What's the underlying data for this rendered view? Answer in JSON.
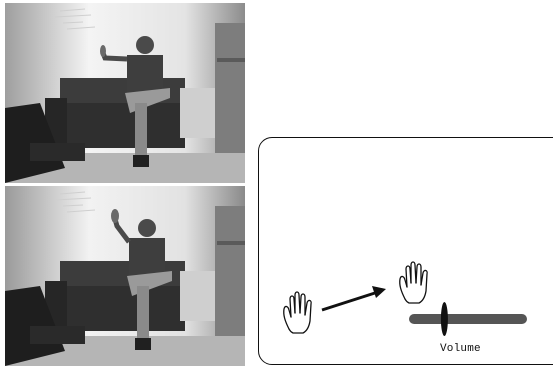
{
  "video_frames": [
    {
      "name": "frame-1",
      "description_icon": "person-raising-hand-frame"
    },
    {
      "name": "frame-2",
      "description_icon": "person-raising-hand-frame"
    }
  ],
  "gesture_panel": {
    "gesture_icons": [
      "open-hand-icon",
      "right-arrow-icon",
      "open-hand-icon"
    ],
    "slider": {
      "label": "Volume",
      "level": 0.3,
      "track_color": "#555555",
      "thumb_color": "#111111"
    }
  },
  "colors": {
    "panel_border": "#111111",
    "background": "#ffffff"
  }
}
